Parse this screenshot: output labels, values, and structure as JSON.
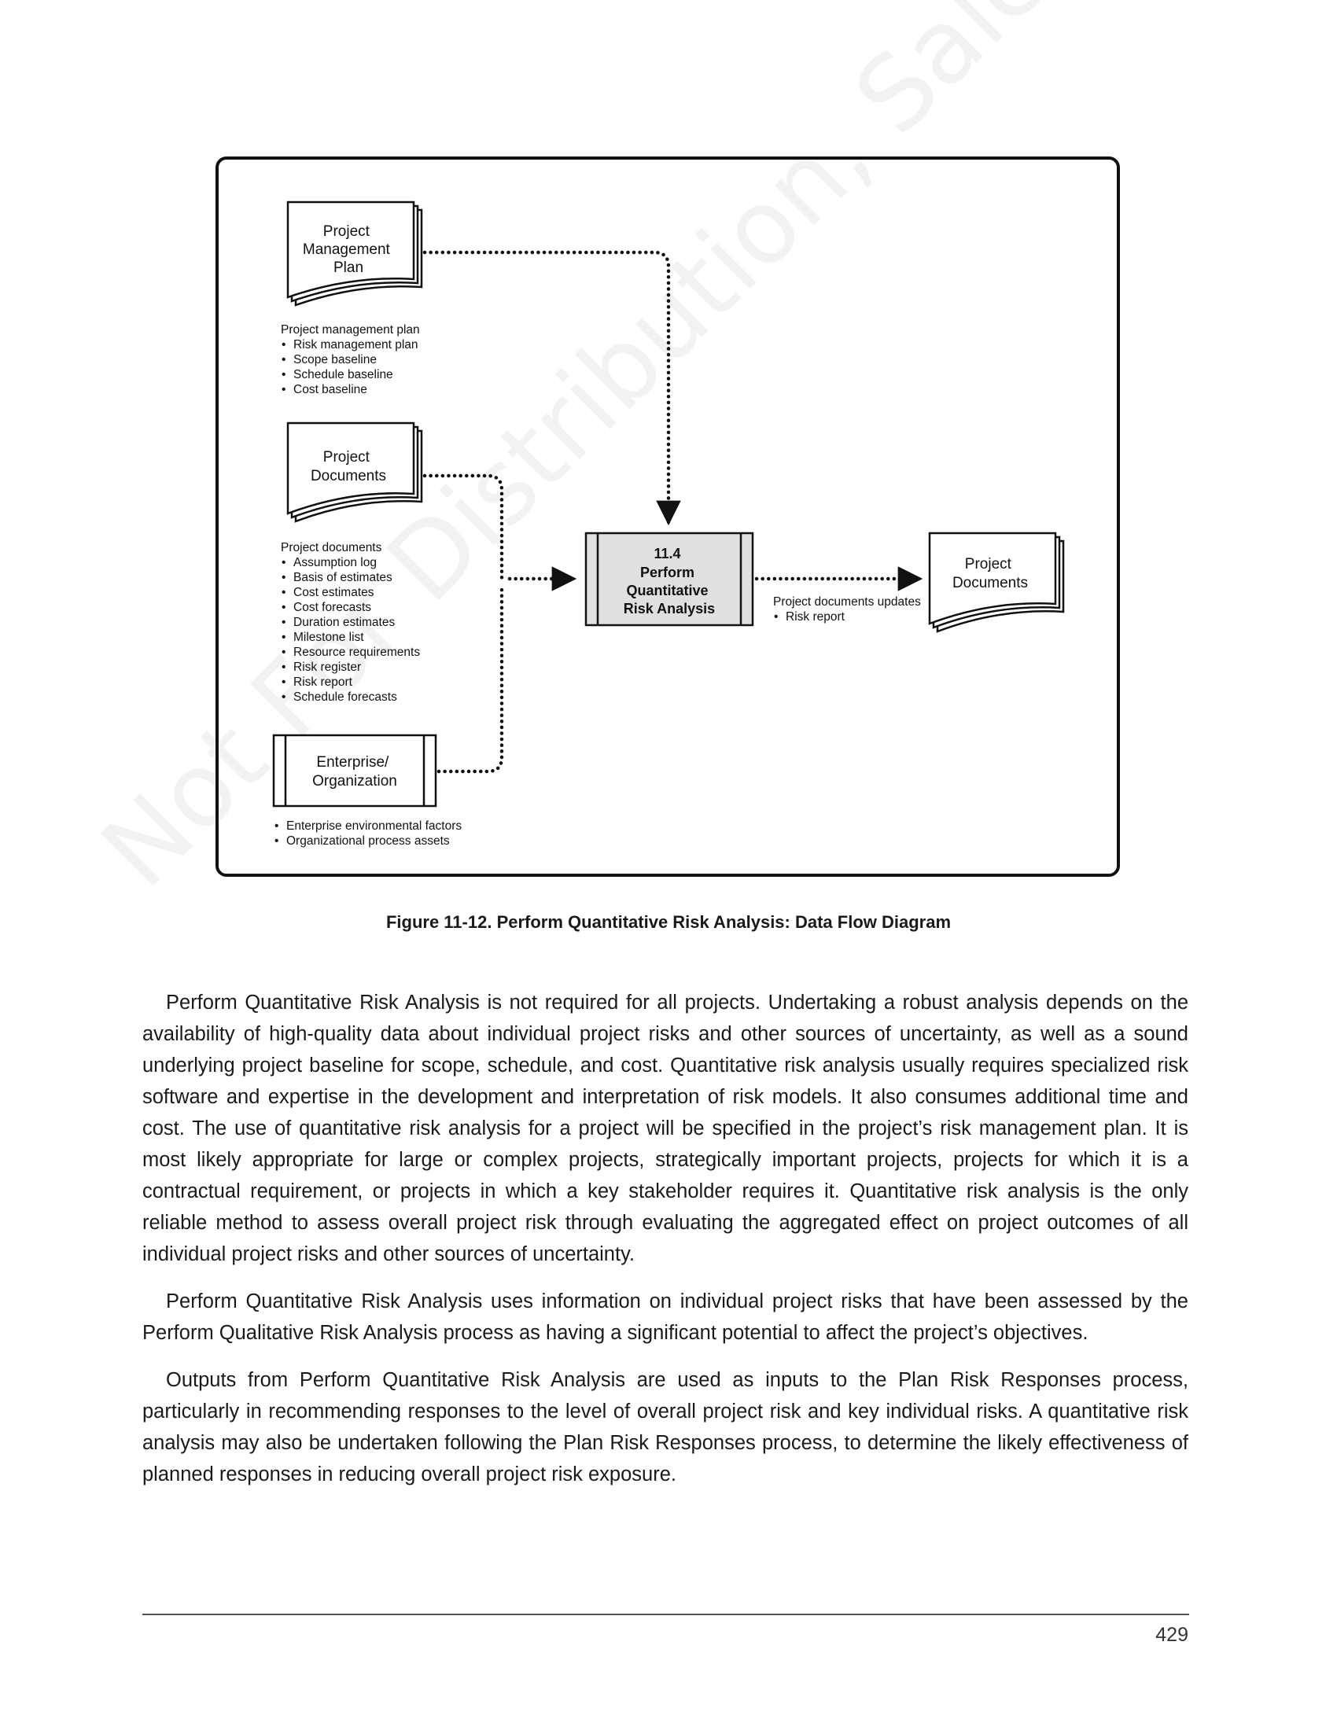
{
  "watermark": "Not For Distribution, Sale or Reproduction.",
  "figure": {
    "caption": "Figure 11-12. Perform Quantitative Risk Analysis: Data Flow Diagram",
    "inputs": {
      "pm_plan": {
        "title": [
          "Project",
          "Management",
          "Plan"
        ],
        "list_title": "Project management plan",
        "items": [
          "Risk management plan",
          "Scope baseline",
          "Schedule baseline",
          "Cost baseline"
        ]
      },
      "project_docs": {
        "title": [
          "Project",
          "Documents"
        ],
        "list_title": "Project documents",
        "items": [
          "Assumption log",
          "Basis of estimates",
          "Cost estimates",
          "Cost forecasts",
          "Duration estimates",
          "Milestone list",
          "Resource requirements",
          "Risk register",
          "Risk report",
          "Schedule forecasts"
        ]
      },
      "enterprise": {
        "title": [
          "Enterprise/",
          "Organization"
        ],
        "items": [
          "Enterprise environmental factors",
          "Organizational process assets"
        ]
      }
    },
    "process": {
      "number": "11.4",
      "title": [
        "Perform",
        "Quantitative",
        "Risk Analysis"
      ]
    },
    "output": {
      "title": [
        "Project",
        "Documents"
      ],
      "list_title": "Project documents updates",
      "items": [
        "Risk report"
      ]
    }
  },
  "body": {
    "paragraphs": [
      "Perform Quantitative Risk Analysis is not required for all projects. Undertaking a robust analysis depends on the availability of high-quality data about individual project risks and other sources of uncertainty, as well as a sound underlying project baseline for scope, schedule, and cost. Quantitative risk analysis usually requires specialized risk software and expertise in the development and interpretation of risk models. It also consumes additional time and cost. The use of quantitative risk analysis for a project will be specified in the project’s risk management plan. It is most likely appropriate for large or complex projects, strategically important projects, projects for which it is a contractual requirement, or projects in which a key stakeholder requires it. Quantitative risk analysis is the only reliable method to assess overall project risk through evaluating the aggregated effect on project outcomes of all individual project risks and other sources of uncertainty.",
      "Perform Quantitative Risk Analysis uses information on individual project risks that have been assessed by the Perform Qualitative Risk Analysis process as having a significant potential to affect the project’s objectives.",
      "Outputs from Perform Quantitative Risk Analysis are used as inputs to the Plan Risk Responses process, particularly in recommending responses to the level of overall project risk and key individual risks. A quantitative risk analysis may also be undertaken following the Plan Risk Responses process, to determine the likely effectiveness of planned responses in reducing overall project risk exposure."
    ]
  },
  "page_number": "429"
}
